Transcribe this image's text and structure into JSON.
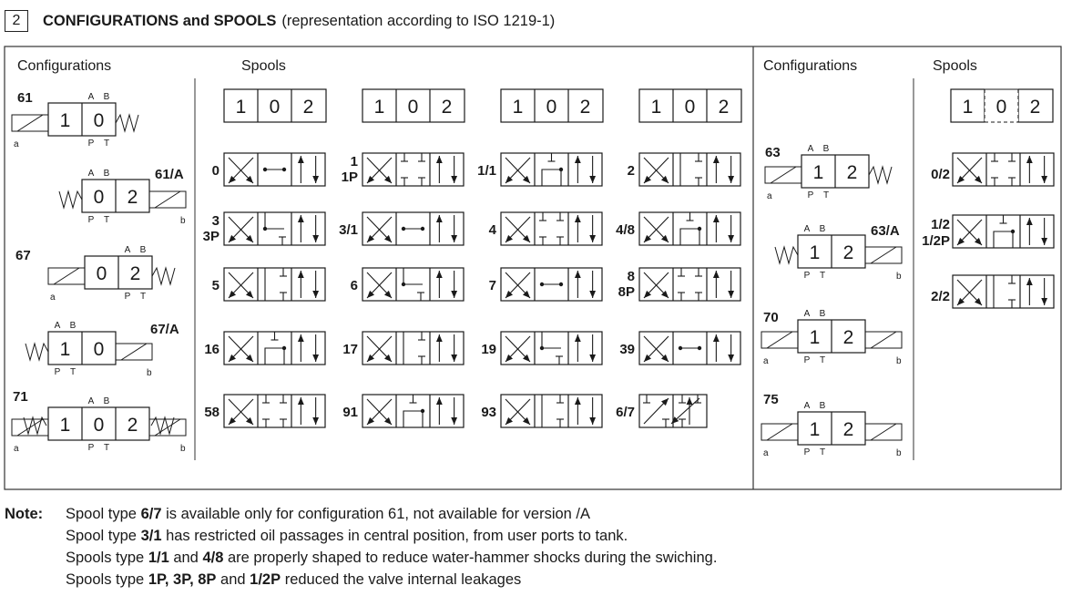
{
  "header": {
    "section_number": "2",
    "title": "CONFIGURATIONS and SPOOLS",
    "subtitle": "(representation according to ISO 1219-1)"
  },
  "headings": {
    "configurations_left": "Configurations",
    "spools_left": "Spools",
    "configurations_right": "Configurations",
    "spools_right": "Spools"
  },
  "position_digits": {
    "zero": "0",
    "one": "1",
    "two": "2"
  },
  "port_letters": {
    "a": "A",
    "b": "B",
    "p": "P",
    "t": "T",
    "sol_a": "a",
    "sol_b": "b"
  },
  "configurations_left": [
    {
      "code": "61"
    },
    {
      "code": "61/A"
    },
    {
      "code": "67"
    },
    {
      "code": "67/A"
    },
    {
      "code": "71"
    }
  ],
  "configurations_right": [
    {
      "code": "63"
    },
    {
      "code": "63/A"
    },
    {
      "code": "70"
    },
    {
      "code": "75"
    }
  ],
  "spools_left": [
    {
      "line1": "0",
      "line2": ""
    },
    {
      "line1": "1",
      "line2": "1P"
    },
    {
      "line1": "1/1",
      "line2": ""
    },
    {
      "line1": "2",
      "line2": ""
    },
    {
      "line1": "3",
      "line2": "3P"
    },
    {
      "line1": "3/1",
      "line2": ""
    },
    {
      "line1": "4",
      "line2": ""
    },
    {
      "line1": "4/8",
      "line2": ""
    },
    {
      "line1": "5",
      "line2": ""
    },
    {
      "line1": "6",
      "line2": ""
    },
    {
      "line1": "7",
      "line2": ""
    },
    {
      "line1": "8",
      "line2": "8P"
    },
    {
      "line1": "16",
      "line2": ""
    },
    {
      "line1": "17",
      "line2": ""
    },
    {
      "line1": "19",
      "line2": ""
    },
    {
      "line1": "39",
      "line2": ""
    },
    {
      "line1": "58",
      "line2": ""
    },
    {
      "line1": "91",
      "line2": ""
    },
    {
      "line1": "93",
      "line2": ""
    },
    {
      "line1": "6/7",
      "line2": ""
    }
  ],
  "spools_right": [
    {
      "line1": "0/2",
      "line2": ""
    },
    {
      "line1": "1/2",
      "line2": "1/2P"
    },
    {
      "line1": "2/2",
      "line2": ""
    }
  ],
  "notes": {
    "label": "Note:",
    "lines": [
      {
        "pre": "Spool type ",
        "b1": "6/7",
        "mid": " is available only for configuration 61, not available for version /A",
        "b2": "",
        "post": ""
      },
      {
        "pre": "Spool type ",
        "b1": "3/1",
        "mid": " has restricted oil passages in central position, from user ports to tank.",
        "b2": "",
        "post": ""
      },
      {
        "pre": "Spools type ",
        "b1": "1/1",
        "mid": " and ",
        "b2": "4/8",
        "post": " are properly shaped to reduce water-hammer shocks during the swiching."
      },
      {
        "pre": "Spools type ",
        "b1": "1P, 3P, 8P",
        "mid": " and ",
        "b2": "1/2P",
        "post": " reduced the valve internal leakages"
      }
    ]
  },
  "colors": {
    "ink": "#1a1a1a",
    "border": "#333333",
    "background": "#ffffff"
  }
}
